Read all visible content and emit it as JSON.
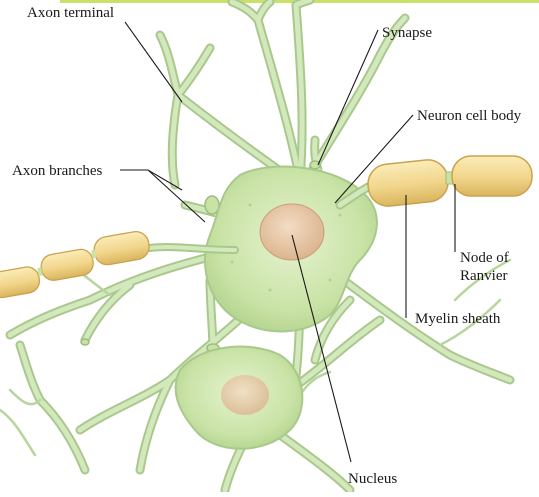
{
  "labels": {
    "axon_terminal": "Axon terminal",
    "synapse": "Synapse",
    "neuron_cell_body": "Neuron cell body",
    "axon_branches": "Axon branches",
    "node_of_ranvier_line1": "Node of",
    "node_of_ranvier_line2": "Ranvier",
    "myelin_sheath": "Myelin sheath",
    "nucleus": "Nucleus"
  },
  "colors": {
    "cell_green": "#c9e3a6",
    "dendrite_outline": "#a9c98c",
    "myelin_yellow": "#f1d58a",
    "nucleus_tan": "#e9c7a6",
    "top_bar": "#c9e06b",
    "label_text": "#1a1a1a"
  }
}
